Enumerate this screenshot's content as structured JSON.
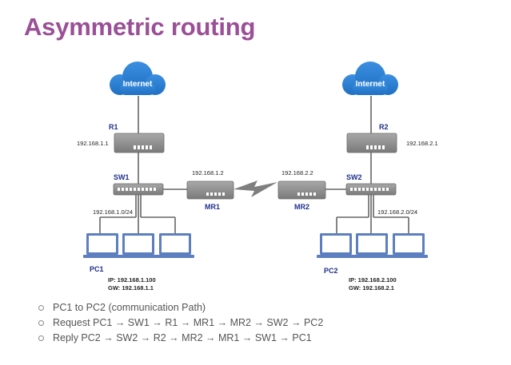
{
  "slide": {
    "title": "Asymmetric routing"
  },
  "diagram": {
    "left": {
      "cloud_label": "Internet",
      "router_name": "R1",
      "router_ip": "192.168.1.1",
      "switch_name": "SW1",
      "subnet": "192.168.1.0/24",
      "mr_name": "MR1",
      "mr_ip": "192.168.1.2",
      "pc_name": "PC1",
      "pc_ip": "IP: 192.168.1.100",
      "pc_gw": "GW: 192.168.1.1"
    },
    "right": {
      "cloud_label": "Internet",
      "router_name": "R2",
      "router_ip": "192.168.2.1",
      "switch_name": "SW2",
      "subnet": "192.168.2.0/24",
      "mr_name": "MR2",
      "mr_ip": "192.168.2.2",
      "pc_name": "PC2",
      "pc_ip": "IP: 192.168.2.100",
      "pc_gw": "GW: 192.168.2.1"
    },
    "colors": {
      "cloud": "#2d7fd3",
      "device": "#8f8f8f",
      "laptop": "#5d7fbf",
      "link": "#666666",
      "label": "#1f2f8a",
      "title": "#9a4f96"
    },
    "icons": [
      "cloud-icon",
      "router-icon",
      "switch-icon",
      "laptop-icon",
      "lightning-link-icon"
    ]
  },
  "bullets": [
    "PC1 to PC2 (communication Path)",
    "Request PC1 → SW1 → R1 → MR1 → MR2 → SW2 → PC2",
    "Reply PC2 → SW2 → R2 → MR2 → MR1 → SW1 → PC1"
  ]
}
